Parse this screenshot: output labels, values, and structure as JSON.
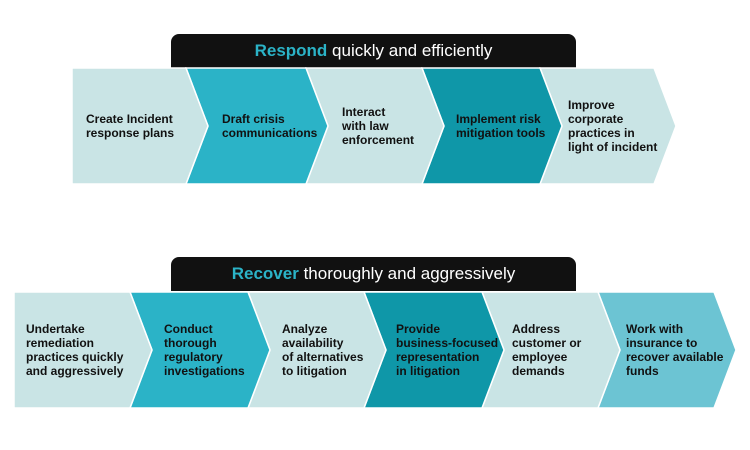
{
  "colors": {
    "light": "#c9e4e5",
    "medium": "#2bb3c7",
    "dark": "#0f97a8",
    "sky": "#6cc4d3",
    "banner_bg": "#111111",
    "banner_text": "#ffffff",
    "respond_accent": "#2bb3c7",
    "recover_accent": "#2bb3c7"
  },
  "respond": {
    "banner": {
      "keyword": "Respond",
      "rest": " quickly and efficiently"
    },
    "steps": [
      {
        "lines": [
          "Create Incident",
          "response plans"
        ],
        "fill": "light"
      },
      {
        "lines": [
          "Draft crisis",
          "communications"
        ],
        "fill": "medium"
      },
      {
        "lines": [
          "Interact",
          "with law",
          "enforcement"
        ],
        "fill": "light"
      },
      {
        "lines": [
          "Implement risk",
          "mitigation tools"
        ],
        "fill": "dark"
      },
      {
        "lines": [
          "Improve",
          "corporate",
          "practices in",
          "light of incident"
        ],
        "fill": "light"
      }
    ]
  },
  "recover": {
    "banner": {
      "keyword": "Recover",
      "rest": " thoroughly and aggressively"
    },
    "steps": [
      {
        "lines": [
          "Undertake",
          "remediation",
          "practices quickly",
          "and aggressively"
        ],
        "fill": "light"
      },
      {
        "lines": [
          "Conduct",
          "thorough",
          "regulatory",
          "investigations"
        ],
        "fill": "medium"
      },
      {
        "lines": [
          "Analyze",
          "availability",
          "of alternatives",
          "to litigation"
        ],
        "fill": "light"
      },
      {
        "lines": [
          "Provide",
          "business-focused",
          "representation",
          "in litigation"
        ],
        "fill": "dark"
      },
      {
        "lines": [
          "Address",
          "customer or",
          "employee",
          "demands"
        ],
        "fill": "light"
      },
      {
        "lines": [
          "Work with",
          "insurance to",
          "recover available",
          "funds"
        ],
        "fill": "sky"
      }
    ]
  }
}
